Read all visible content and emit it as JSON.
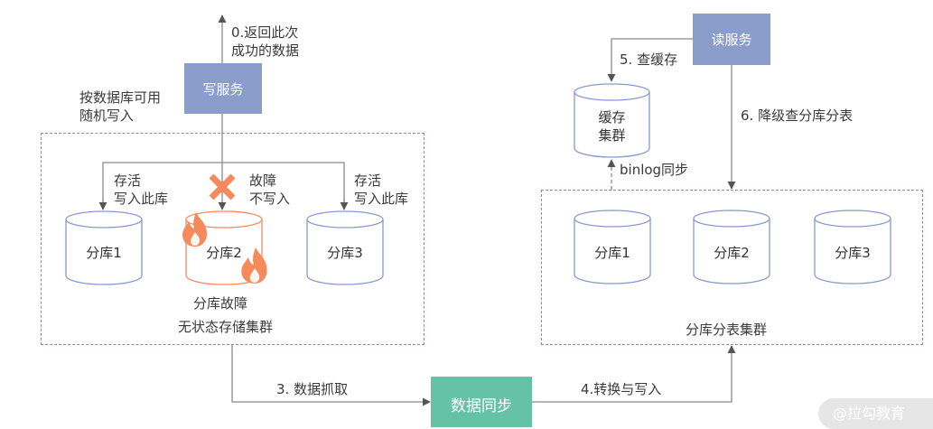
{
  "colors": {
    "service_box": "#8a9dcb",
    "sync_box": "#66c2a5",
    "cylinder_stroke": "#8799d0",
    "fault_color": "#f58a5c",
    "line": "#8a8a8a"
  },
  "write_side": {
    "service_label": "写服务",
    "return_label": "0.返回此次\n成功的数据",
    "random_write_label": "按数据库可用\n随机写入",
    "alive_left_label": "存活\n写入此库",
    "fault_label": "故障\n不写入",
    "alive_right_label": "存活\n写入此库",
    "shards": [
      {
        "label": "分库1",
        "status": "ok"
      },
      {
        "label": "分库2",
        "status": "fault"
      },
      {
        "label": "分库3",
        "status": "ok"
      }
    ],
    "fault_caption": "分库故障",
    "cluster_label": "无状态存储集群",
    "icons": [
      "close-icon",
      "fire-icon"
    ]
  },
  "read_side": {
    "service_label": "读服务",
    "cache_query_label": "5. 查缓存",
    "cache_label": "缓存\n集群",
    "binlog_label": "binlog同步",
    "fallback_label": "6. 降级查分库分表",
    "shards": [
      {
        "label": "分库1"
      },
      {
        "label": "分库2"
      },
      {
        "label": "分库3"
      }
    ],
    "cluster_label": "分库分表集群"
  },
  "sync": {
    "box_label": "数据同步",
    "extract_label": "3. 数据抓取",
    "transform_label": "4.转换与写入"
  },
  "watermark": "@拉勾教育"
}
